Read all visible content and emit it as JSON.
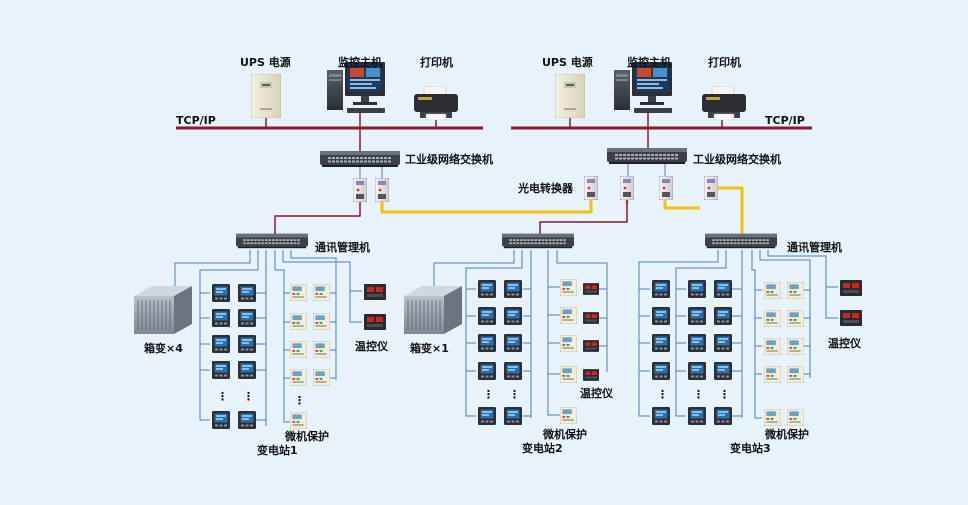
{
  "labels": {
    "ups": "UPS 电源",
    "monitor_host": "监控主机",
    "printer": "打印机",
    "tcpip": "TCP/IP",
    "industrial_switch": "工业级网络交换机",
    "fiber_converter": "光电转换器",
    "comm_manager": "通讯管理机",
    "box_transformer_x4": "箱变×4",
    "box_transformer_x1": "箱变×1",
    "temp_controller": "温控仪",
    "micro_protection": "微机保护",
    "substation_1": "变电站1",
    "substation_2": "变电站2",
    "substation_3": "变电站3",
    "ellipsis": "⋮"
  },
  "colors": {
    "background": "#e8f2fb",
    "bus_line": "#8b1a2b",
    "fiber_line": "#f2c10f",
    "blue_line": "#4a7fc0"
  }
}
